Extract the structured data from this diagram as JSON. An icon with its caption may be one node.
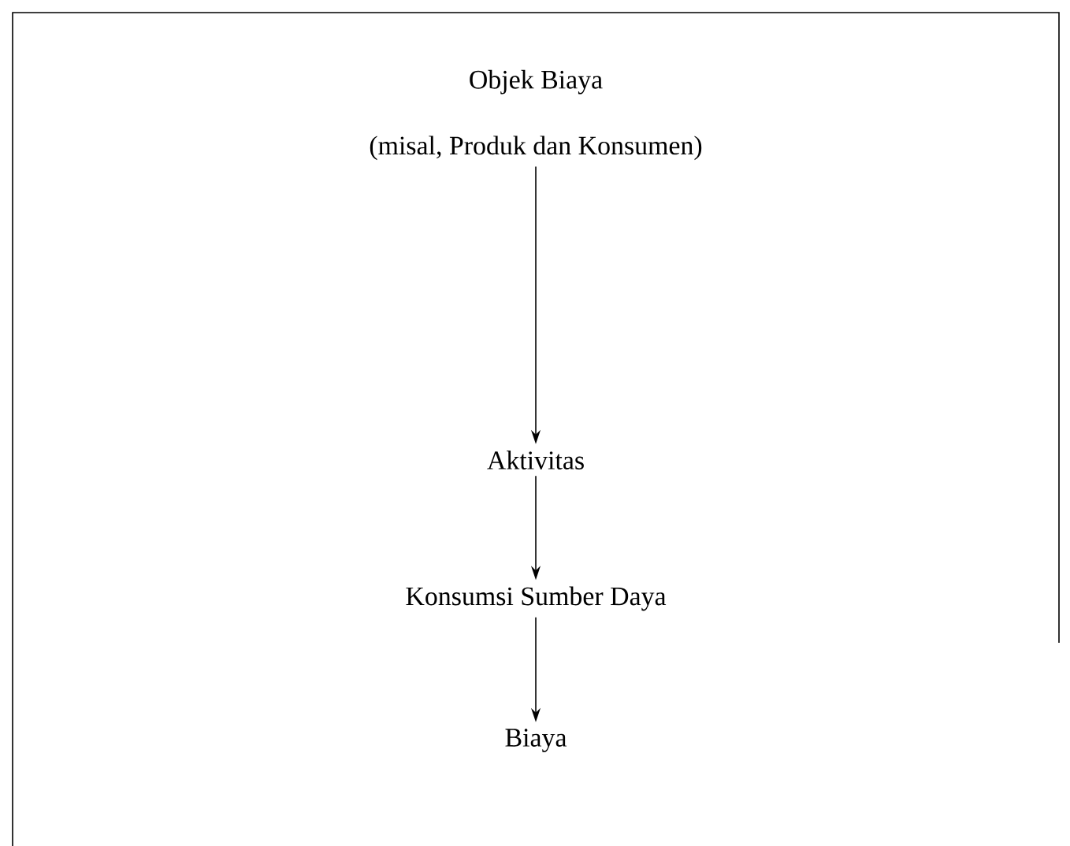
{
  "diagram": {
    "nodes": [
      {
        "text": [
          "Objek Biaya",
          "(misal, Produk dan Konsumen)"
        ]
      },
      {
        "text": [
          "Aktivitas"
        ]
      },
      {
        "text": [
          "Konsumsi Sumber Daya"
        ]
      },
      {
        "text": [
          "Biaya"
        ]
      }
    ],
    "edges": [
      {
        "from": 0,
        "to": 1,
        "arrow": "to"
      },
      {
        "from": 1,
        "to": 2,
        "arrow": "to"
      },
      {
        "from": 2,
        "to": 3,
        "arrow": "to"
      }
    ]
  }
}
